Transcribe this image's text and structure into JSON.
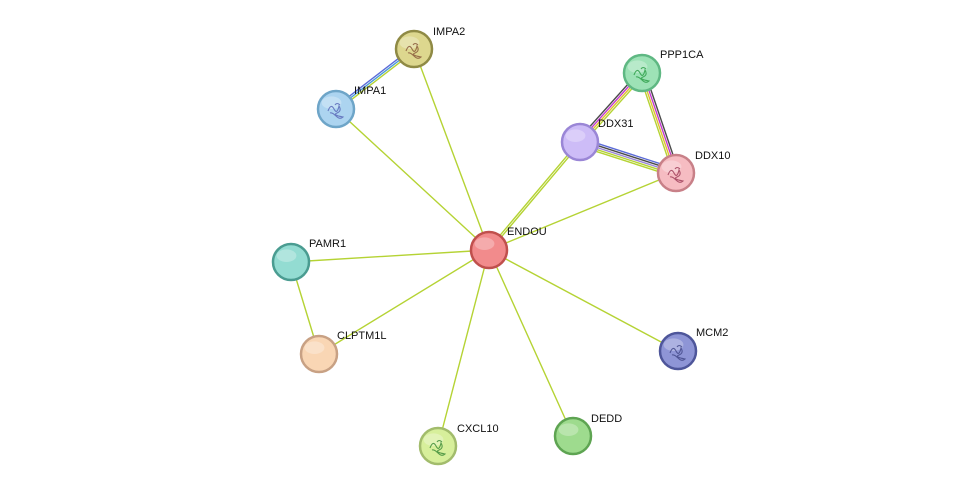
{
  "network": {
    "nodes": [
      {
        "id": "ENDOU",
        "label": "ENDOU",
        "fill": "#f28b8c",
        "stroke": "#c0504d",
        "hub": true,
        "glyph": ""
      },
      {
        "id": "IMPA2",
        "label": "IMPA2",
        "fill": "#ddd78e",
        "stroke": "#8f8a45",
        "glyph": "#8a5a3c"
      },
      {
        "id": "IMPA1",
        "label": "IMPA1",
        "fill": "#acd4f0",
        "stroke": "#6ea5c8",
        "glyph": "#5b68b8"
      },
      {
        "id": "PPP1CA",
        "label": "PPP1CA",
        "fill": "#9de2b6",
        "stroke": "#5fb883",
        "glyph": "#2fa04a"
      },
      {
        "id": "DDX31",
        "label": "DDX31",
        "fill": "#cdbcf7",
        "stroke": "#9a86d6",
        "glyph": ""
      },
      {
        "id": "DDX10",
        "label": "DDX10",
        "fill": "#f6bcc2",
        "stroke": "#c88088",
        "glyph": "#a0405a"
      },
      {
        "id": "PAMR1",
        "label": "PAMR1",
        "fill": "#93dcd2",
        "stroke": "#4a9c91",
        "glyph": ""
      },
      {
        "id": "CLPTM1L",
        "label": "CLPTM1L",
        "fill": "#f9d6b4",
        "stroke": "#c8a184",
        "glyph": ""
      },
      {
        "id": "MCM2",
        "label": "MCM2",
        "fill": "#8e95d6",
        "stroke": "#4e569a",
        "glyph": "#444a8a"
      },
      {
        "id": "DEDD",
        "label": "DEDD",
        "fill": "#9edb8e",
        "stroke": "#5ea452",
        "glyph": ""
      },
      {
        "id": "CXCL10",
        "label": "CXCL10",
        "fill": "#d7ef9b",
        "stroke": "#a2bc6c",
        "glyph": "#3f8d3a"
      }
    ],
    "edges": [
      {
        "source": "ENDOU",
        "target": "IMPA2",
        "colors": [
          "#b5d334"
        ]
      },
      {
        "source": "ENDOU",
        "target": "IMPA1",
        "colors": [
          "#b5d334"
        ]
      },
      {
        "source": "ENDOU",
        "target": "DDX31",
        "colors": [
          "#b5d334",
          "#b5d334"
        ]
      },
      {
        "source": "ENDOU",
        "target": "DDX10",
        "colors": [
          "#b5d334"
        ]
      },
      {
        "source": "ENDOU",
        "target": "PAMR1",
        "colors": [
          "#b5d334"
        ]
      },
      {
        "source": "ENDOU",
        "target": "CLPTM1L",
        "colors": [
          "#b5d334"
        ]
      },
      {
        "source": "ENDOU",
        "target": "MCM2",
        "colors": [
          "#b5d334"
        ]
      },
      {
        "source": "ENDOU",
        "target": "DEDD",
        "colors": [
          "#b5d334"
        ]
      },
      {
        "source": "ENDOU",
        "target": "CXCL10",
        "colors": [
          "#b5d334"
        ]
      },
      {
        "source": "PAMR1",
        "target": "CLPTM1L",
        "colors": [
          "#b5d334"
        ]
      },
      {
        "source": "IMPA1",
        "target": "IMPA2",
        "colors": [
          "#5b6bd8",
          "#4a9ad8",
          "#b5d334"
        ]
      },
      {
        "source": "DDX31",
        "target": "PPP1CA",
        "colors": [
          "#4a4a4a",
          "#c23ad0",
          "#e0c030",
          "#b5d334"
        ]
      },
      {
        "source": "PPP1CA",
        "target": "DDX10",
        "colors": [
          "#4a4a4a",
          "#c23ad0",
          "#e0c030",
          "#b5d334"
        ]
      },
      {
        "source": "DDX31",
        "target": "DDX10",
        "colors": [
          "#5b6bd8",
          "#4a4a4a",
          "#9a86d6",
          "#b5d334",
          "#b5d334"
        ]
      }
    ]
  }
}
